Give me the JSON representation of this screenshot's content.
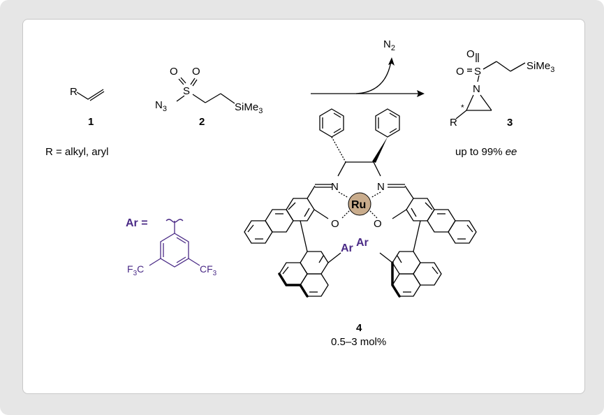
{
  "colors": {
    "accent": "#4a2a86",
    "ruthenium": "#c9ac8c",
    "frame": "#e6e6e6"
  },
  "reagent_1": {
    "r_label": "R",
    "number": "1",
    "footnote": "R = alkyl, aryl"
  },
  "reagent_2": {
    "n3": "N",
    "n3_sub": "3",
    "s": "S",
    "o1": "O",
    "o2": "O",
    "sime3": "SiMe",
    "sime3_sub": "3",
    "number": "2"
  },
  "arrow": {
    "byproduct": "N",
    "byproduct_sub": "2"
  },
  "product_3": {
    "o_top": "O",
    "o_left": "O",
    "s": "S",
    "n": "N",
    "sime3": "SiMe",
    "sime3_sub": "3",
    "star": "*",
    "r_label": "R",
    "number": "3",
    "ee_prefix": "up to 99% ",
    "ee_suffix": "ee"
  },
  "catalyst_4": {
    "n_left": "N",
    "n_right": "N",
    "ru": "Ru",
    "o_left": "O",
    "o_right": "O",
    "ar_left": "Ar",
    "ar_right": "Ar",
    "number": "4",
    "loading": "0.5–3 mol%"
  },
  "ar_definition": {
    "ar_eq": "Ar =",
    "cf3_left": "F",
    "cf3_left_sub": "3",
    "cf3_left_c": "C",
    "cf3_right": "CF",
    "cf3_right_sub": "3"
  }
}
